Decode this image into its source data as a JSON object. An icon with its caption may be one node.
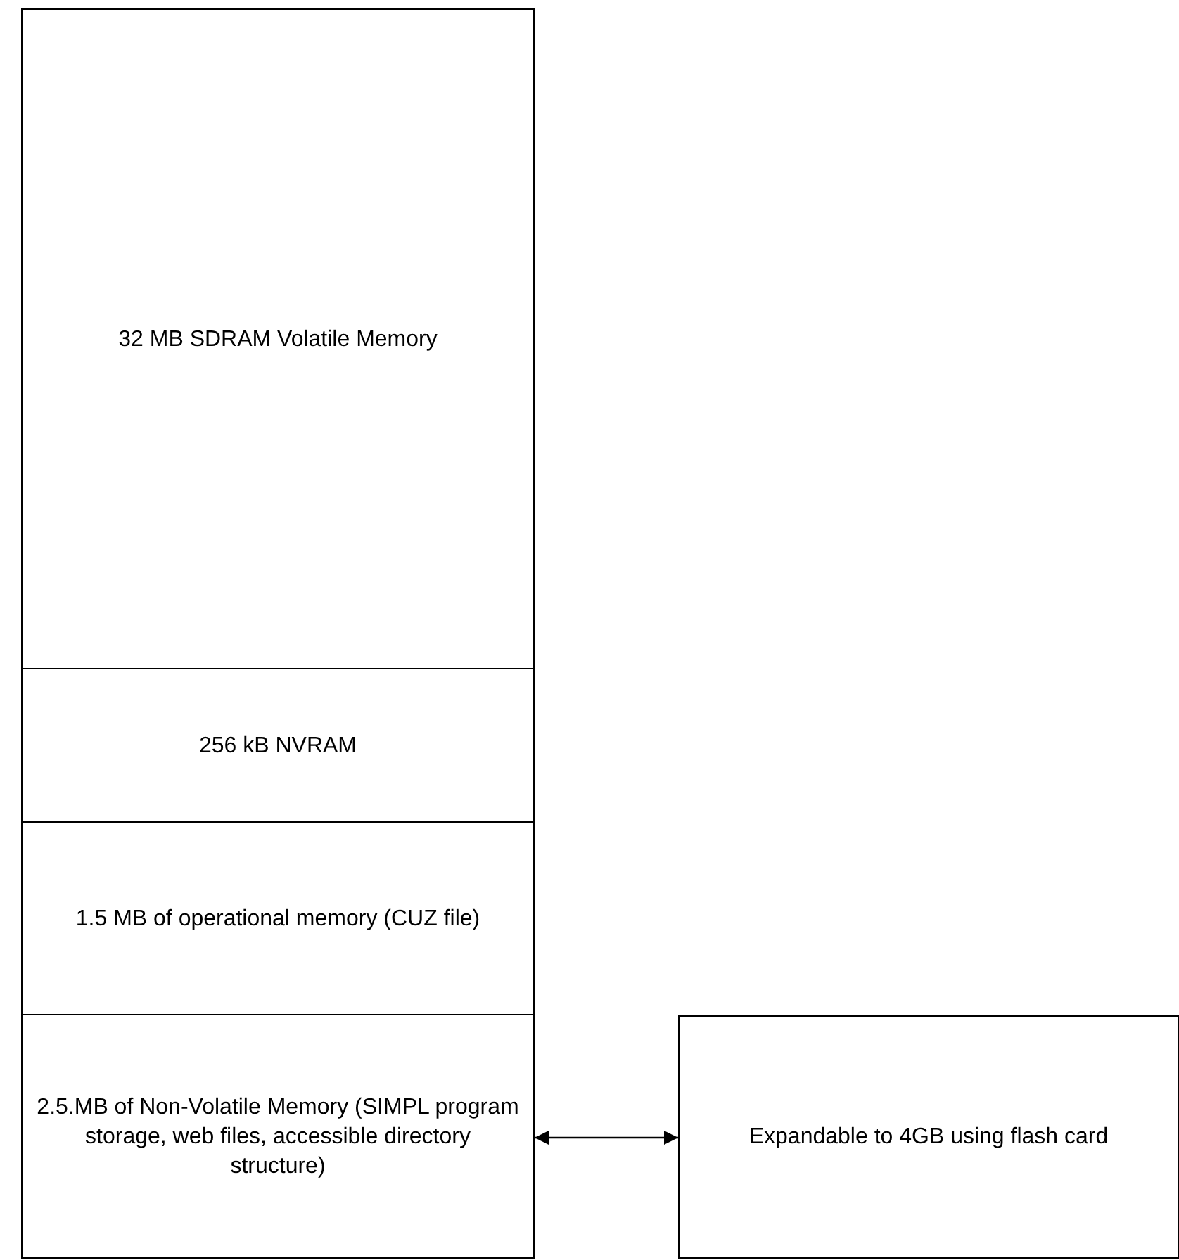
{
  "diagram": {
    "nodes": [
      {
        "text": [
          "32 MB SDRAM Volatile Memory"
        ]
      },
      {
        "text": [
          "256 kB NVRAM"
        ]
      },
      {
        "text": [
          "1.5 MB of operational memory (CUZ file)"
        ]
      },
      {
        "text": [
          "2.5.MB of Non-Volatile Memory (SIMPL program storage, web files, accessible directory structure)"
        ]
      },
      {
        "text": [
          "Expandable to 4GB using flash card"
        ]
      }
    ],
    "edges": [
      {
        "from": 3,
        "to": 4,
        "arrow": "both"
      }
    ]
  }
}
